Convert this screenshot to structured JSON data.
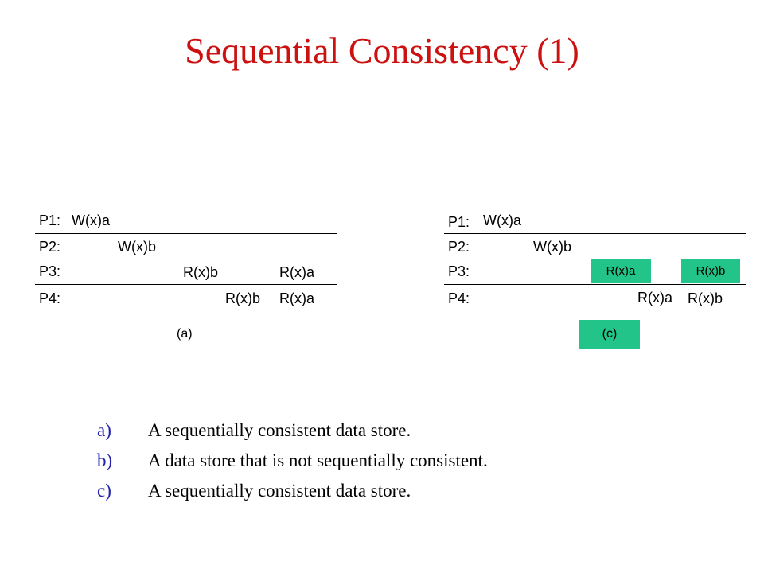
{
  "title": "Sequential Consistency (1)",
  "diagram_a": {
    "caption": "(a)",
    "rows": [
      {
        "label": "P1:",
        "ops": [
          "W(x)a"
        ]
      },
      {
        "label": "P2:",
        "ops": [
          "W(x)b"
        ]
      },
      {
        "label": "P3:",
        "ops": [
          "R(x)b",
          "R(x)a"
        ]
      },
      {
        "label": "P4:",
        "ops": [
          "R(x)b",
          "R(x)a"
        ]
      }
    ]
  },
  "diagram_c": {
    "caption": "(c)",
    "rows": [
      {
        "label": "P1:",
        "ops": [
          "W(x)a"
        ]
      },
      {
        "label": "P2:",
        "ops": [
          "W(x)b"
        ]
      },
      {
        "label": "P3:",
        "ops": [
          "R(x)a",
          "R(x)b"
        ]
      },
      {
        "label": "P4:",
        "ops": [
          "R(x)a",
          "R(x)b"
        ]
      }
    ],
    "highlight_color": "#22c48a"
  },
  "list": [
    {
      "marker": "a)",
      "text": "A sequentially consistent data store."
    },
    {
      "marker": "b)",
      "text": "A data store that is not sequentially consistent."
    },
    {
      "marker": "c)",
      "text": "A sequentially consistent data store."
    }
  ],
  "colors": {
    "title": "#cc1111",
    "marker": "#2222aa"
  }
}
